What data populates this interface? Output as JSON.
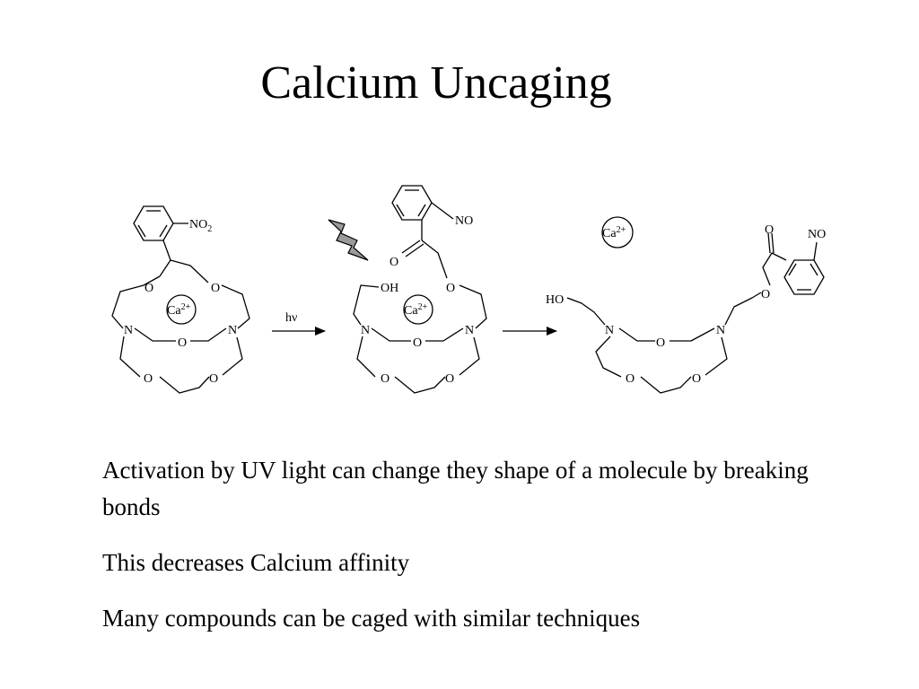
{
  "slide": {
    "title": "Calcium Uncaging",
    "bullets": [
      "Activation by UV light can change they shape of a molecule by breaking bonds",
      "This decreases Calcium affinity",
      "Many compounds can be caged with similar techniques"
    ]
  },
  "diagram": {
    "caged": {
      "substituent": "NO",
      "substituent_sub": "2",
      "ion": "Ca",
      "ion_charge": "2+",
      "atom_o": "O",
      "atom_n": "N"
    },
    "intermediate": {
      "substituent": "NO",
      "hydroxyl": "OH",
      "ion": "Ca",
      "ion_charge": "2+",
      "atom_o": "O",
      "atom_n": "N"
    },
    "released": {
      "substituent": "NO",
      "hydroxyl": "HO",
      "ion": "Ca",
      "ion_charge": "2+",
      "atom_o": "O",
      "atom_n": "N"
    },
    "arrow_label": "hν",
    "flash_icon": "lightning-bolt-icon"
  }
}
